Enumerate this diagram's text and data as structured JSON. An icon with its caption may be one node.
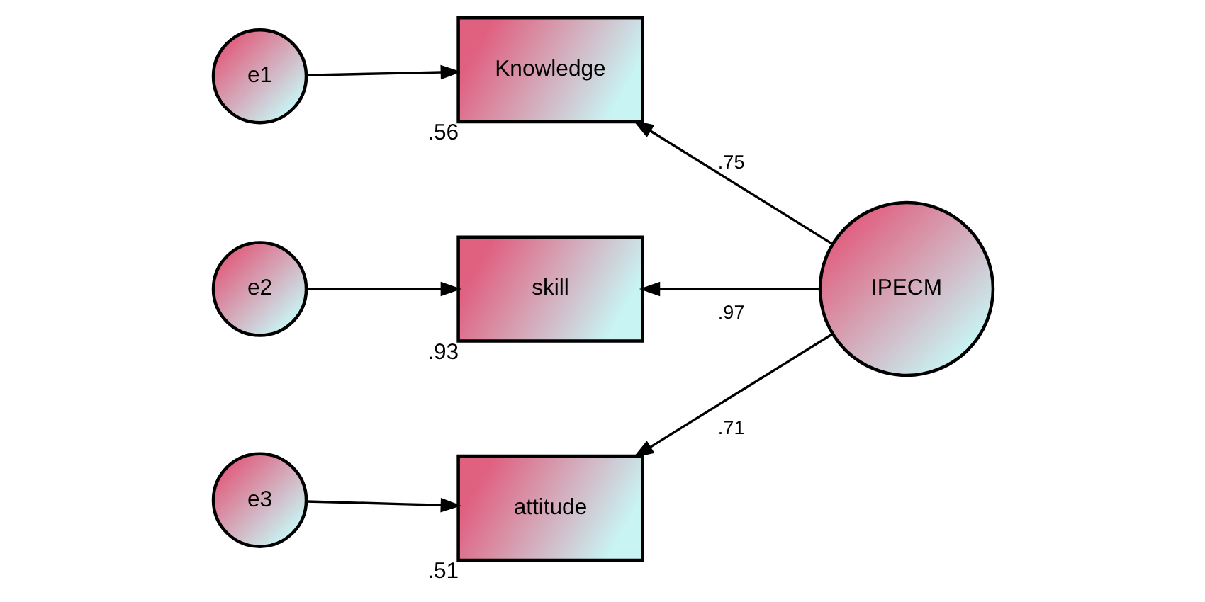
{
  "diagram": {
    "nodes": [
      {
        "text": [
          "e1"
        ]
      },
      {
        "text": [
          "Knowledge"
        ],
        "beside": [
          ".56"
        ]
      },
      {
        "text": [
          "e2"
        ]
      },
      {
        "text": [
          "skill"
        ],
        "beside": [
          ".93"
        ]
      },
      {
        "text": [
          "IPECM"
        ]
      },
      {
        "text": [
          "e3"
        ]
      },
      {
        "text": [
          "attitude"
        ],
        "beside": [
          ".51"
        ]
      }
    ],
    "edges": [
      {
        "from": 0,
        "to": 1,
        "arrow": "to"
      },
      {
        "from": 2,
        "to": 3,
        "arrow": "to"
      },
      {
        "from": 5,
        "to": 6,
        "arrow": "to"
      },
      {
        "from": 4,
        "to": 1,
        "arrow": "to",
        "label": ".75"
      },
      {
        "from": 4,
        "to": 3,
        "arrow": "to",
        "label": ".97"
      },
      {
        "from": 4,
        "to": 6,
        "arrow": "to",
        "label": ".71"
      }
    ]
  }
}
